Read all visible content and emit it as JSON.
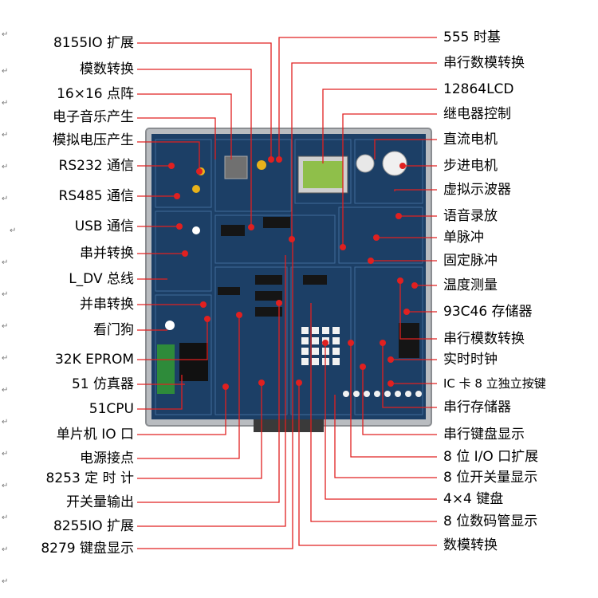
{
  "left_labels": [
    "8155IO 扩展",
    "模数转换",
    "16×16 点阵",
    "电子音乐产生",
    "模拟电压产生",
    "RS232 通信",
    "RS485 通信",
    "USB 通信",
    "串并转换",
    "L_DV 总线",
    "并串转换",
    "看门狗",
    "32K EPROM",
    "51 仿真器",
    "51CPU",
    "单片机 IO 口",
    "电源接点",
    "8253  定 时 计",
    "开关量输出",
    "8255IO 扩展",
    "8279 键盘显示"
  ],
  "right_labels": [
    "555 时基",
    "串行数模转换",
    "12864LCD",
    "继电器控制",
    "直流电机",
    "步进电机",
    "虚拟示波器",
    "语音录放",
    "单脉冲",
    "固定脉冲",
    "温度测量",
    "93C46 存储器",
    "串行模数转换",
    "实时时钟",
    "IC 卡 8 立独立按键",
    "串行存储器",
    "串行键盘显示",
    "8 位 I/O 口扩展",
    "8 位开关量显示",
    "4×4 键盘",
    "8 位数码管显示",
    "数模转换"
  ],
  "colors": {
    "board": "#1c3f66",
    "frame": "#b9bcc0",
    "leader": "#e02020",
    "marker": "#9a9a9a"
  }
}
